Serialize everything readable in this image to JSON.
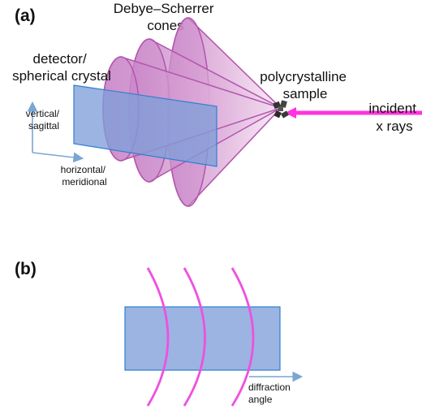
{
  "panel_a": {
    "label": "(a)",
    "cones_label": [
      "Debye–Scherrer",
      "cones"
    ],
    "detector_label": [
      "detector/",
      "spherical crystal"
    ],
    "sample_label": [
      "polycrystalline",
      "sample"
    ],
    "incident_label": [
      "incident",
      "x rays"
    ],
    "vertical_axis_label": [
      "vertical/",
      "sagittal"
    ],
    "horizontal_axis_label": [
      "horizontal/",
      "meridional"
    ]
  },
  "panel_b": {
    "label": "(b)",
    "angle_label": [
      "diffraction",
      "angle"
    ]
  },
  "colors": {
    "cone_fill": "#c77fc4",
    "cone_edge": "#b454ac",
    "detector_fill": "#7f9fd8",
    "detector_edge": "#2f7fd0",
    "beam": "#ff33dd",
    "ring": "#f050e0",
    "axis_arrow": "#7aa6d4"
  }
}
